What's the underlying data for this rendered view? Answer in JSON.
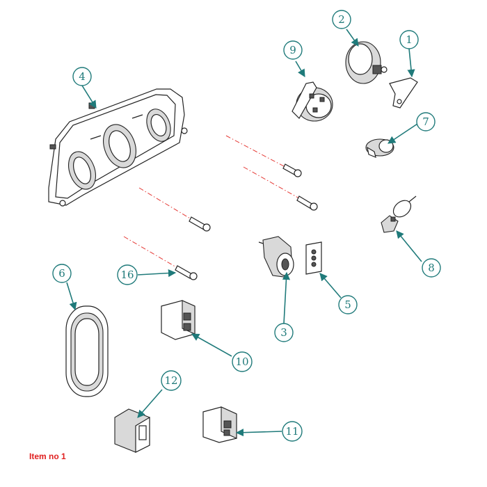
{
  "caption": "Item no 1",
  "colors": {
    "callout": "#1f7a7a",
    "centerline": "#e53935",
    "caption": "#e02020"
  },
  "callouts": [
    "1",
    "2",
    "3",
    "4",
    "5",
    "6",
    "7",
    "8",
    "9",
    "10",
    "11",
    "12",
    "16"
  ]
}
